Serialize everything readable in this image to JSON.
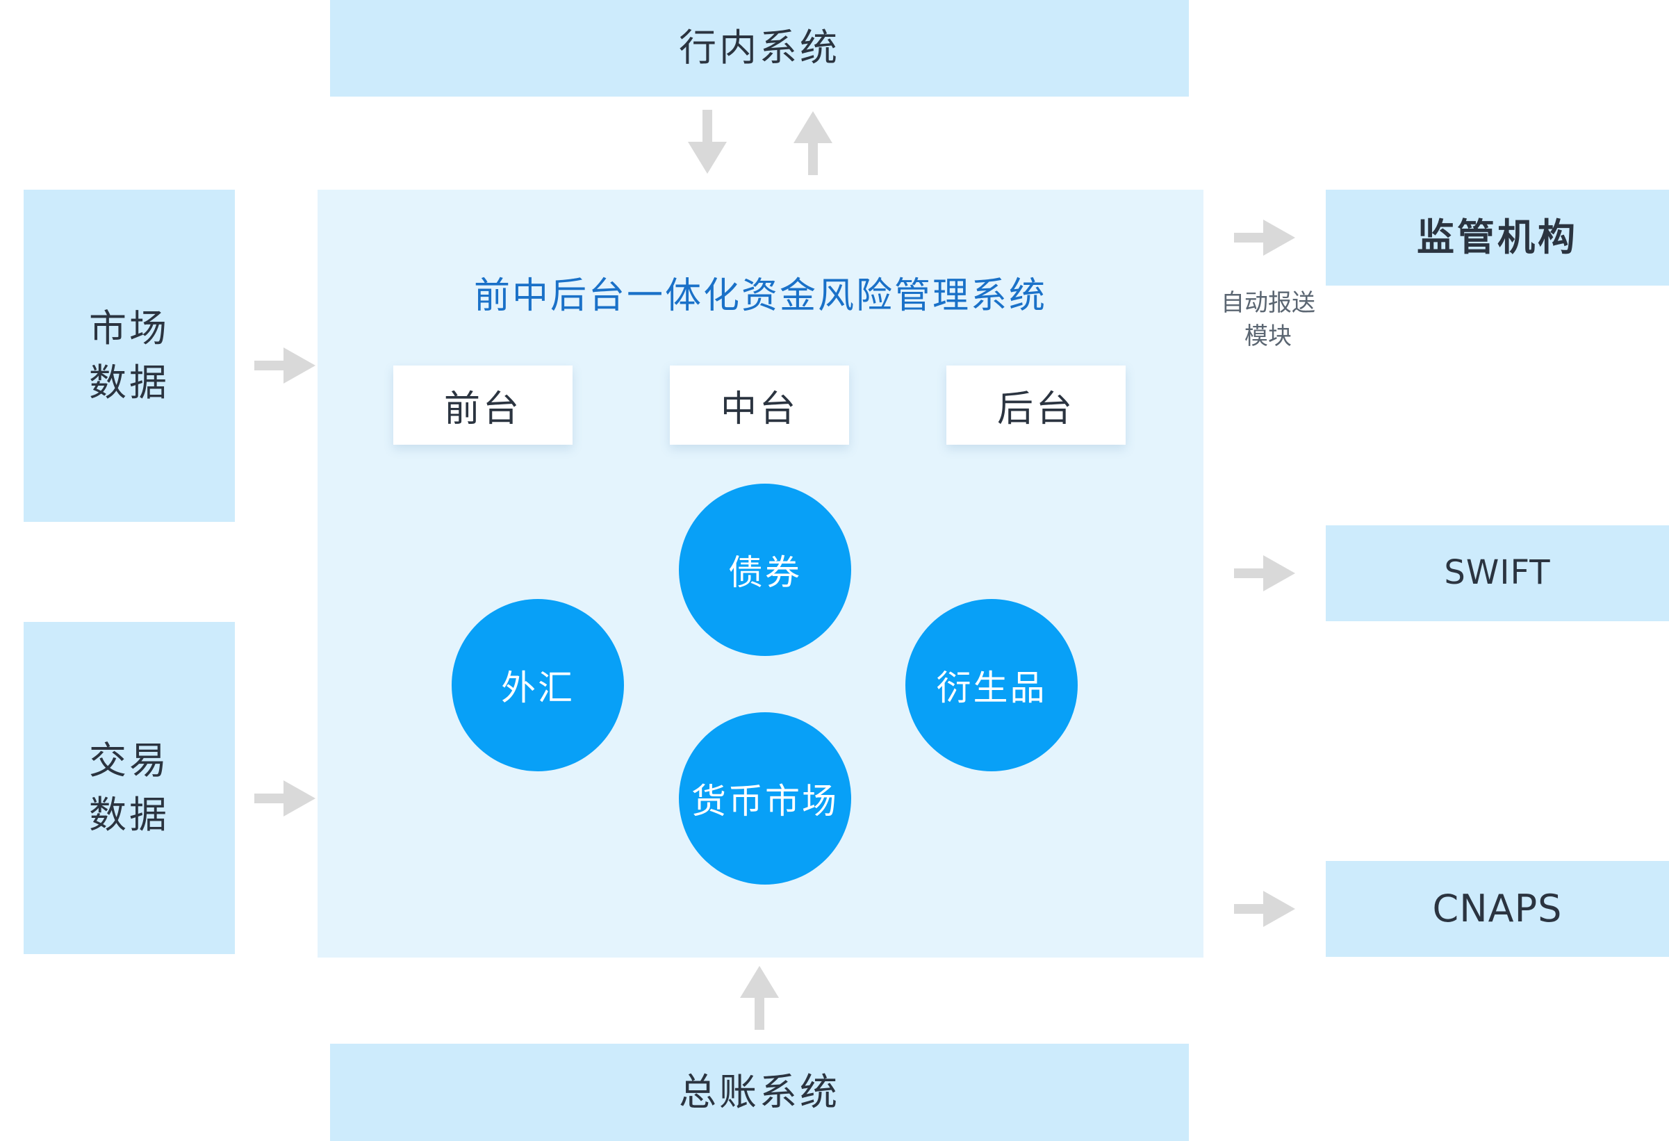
{
  "top_system": "行内系统",
  "bottom_system": "总账系统",
  "left_inputs": [
    {
      "line1": "市场",
      "line2": "数据"
    },
    {
      "line1": "交易",
      "line2": "数据"
    }
  ],
  "main": {
    "title": "前中后台一体化资金风险管理系统",
    "tiers": [
      "前台",
      "中台",
      "后台"
    ],
    "products": {
      "bond": "债券",
      "fx": "外汇",
      "derivatives": "衍生品",
      "money_market": "货币市场"
    }
  },
  "right_outputs": [
    "监管机构",
    "SWIFT",
    "CNAPS"
  ],
  "report_note": {
    "line1": "自动报送",
    "line2": "模块"
  },
  "colors": {
    "light_box": "#cdebfc",
    "panel": "#e4f4fd",
    "circle": "#08a0f7",
    "title": "#1a71c8",
    "arrow": "#d9d9d9"
  }
}
